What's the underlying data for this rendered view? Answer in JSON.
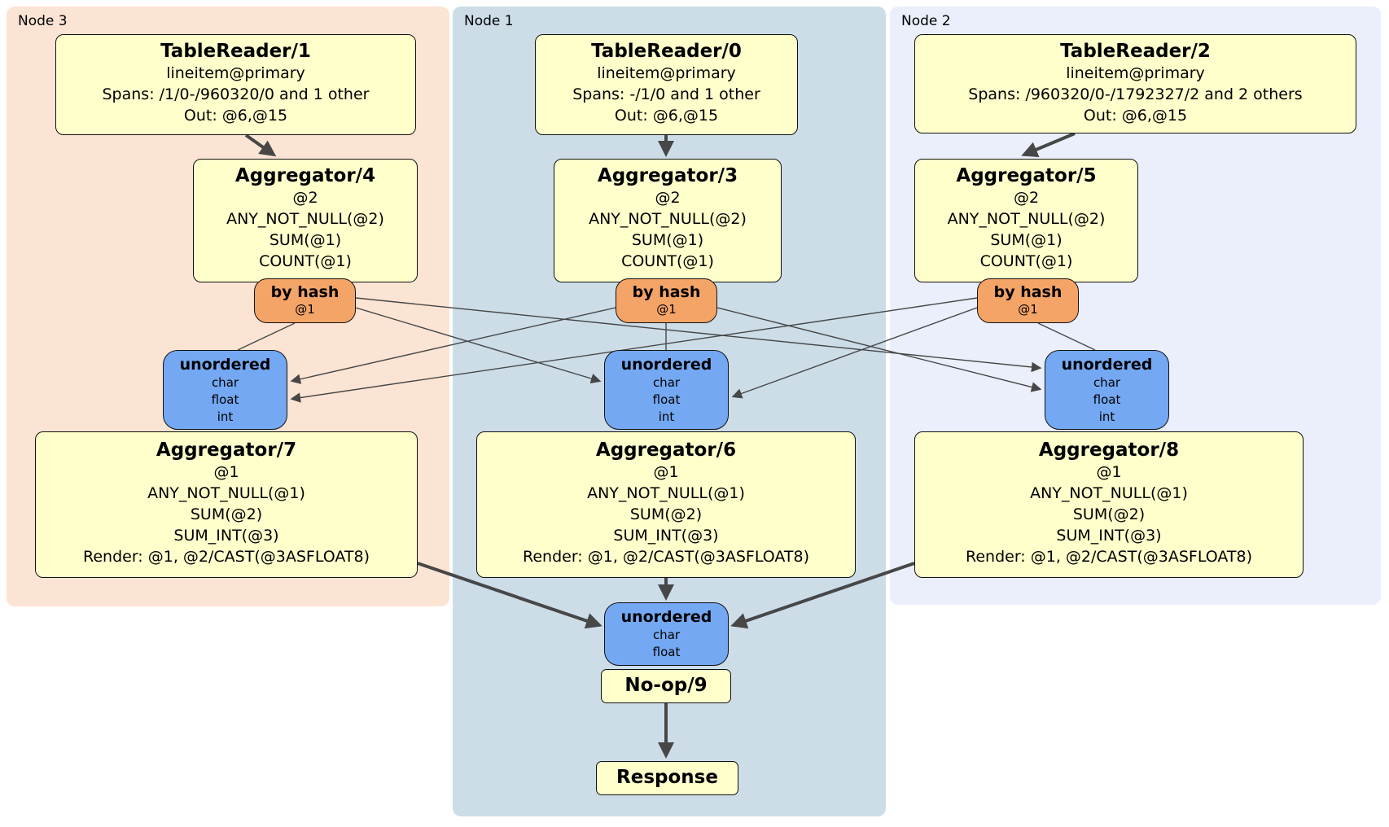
{
  "diagram_type": "distsql-physical-plan",
  "colors": {
    "node3_background": "#fce4d4",
    "node1_background": "#ccdde8",
    "node2_background": "#eaeffb",
    "processor_fill": "#ffffcc",
    "router_fill": "#f5a467",
    "sync_fill": "#74a8f2",
    "edge_color": "#474747",
    "border_color": "#111111"
  },
  "nodes": [
    {
      "label": "Node 3",
      "table_reader": {
        "title": "TableReader/1",
        "index": "lineitem@primary",
        "spans": "Spans: /1/0-/960320/0 and 1 other",
        "out": "Out: @6,@15"
      },
      "group_aggregator": {
        "title": "Aggregator/4",
        "lines": [
          "@2",
          "ANY_NOT_NULL(@2)",
          "SUM(@1)",
          "COUNT(@1)"
        ]
      },
      "router": {
        "title": "by hash",
        "detail": "@1"
      },
      "sync": {
        "title": "unordered",
        "columns": [
          "char",
          "float",
          "int"
        ]
      },
      "final_aggregator": {
        "title": "Aggregator/7",
        "lines": [
          "@1",
          "ANY_NOT_NULL(@1)",
          "SUM(@2)",
          "SUM_INT(@3)",
          "Render: @1, @2/CAST(@3ASFLOAT8)"
        ]
      }
    },
    {
      "label": "Node 1",
      "table_reader": {
        "title": "TableReader/0",
        "index": "lineitem@primary",
        "spans": "Spans: -/1/0 and 1 other",
        "out": "Out: @6,@15"
      },
      "group_aggregator": {
        "title": "Aggregator/3",
        "lines": [
          "@2",
          "ANY_NOT_NULL(@2)",
          "SUM(@1)",
          "COUNT(@1)"
        ]
      },
      "router": {
        "title": "by hash",
        "detail": "@1"
      },
      "sync": {
        "title": "unordered",
        "columns": [
          "char",
          "float",
          "int"
        ]
      },
      "final_aggregator": {
        "title": "Aggregator/6",
        "lines": [
          "@1",
          "ANY_NOT_NULL(@1)",
          "SUM(@2)",
          "SUM_INT(@3)",
          "Render: @1, @2/CAST(@3ASFLOAT8)"
        ]
      }
    },
    {
      "label": "Node 2",
      "table_reader": {
        "title": "TableReader/2",
        "index": "lineitem@primary",
        "spans": "Spans: /960320/0-/1792327/2 and 2 others",
        "out": "Out: @6,@15"
      },
      "group_aggregator": {
        "title": "Aggregator/5",
        "lines": [
          "@2",
          "ANY_NOT_NULL(@2)",
          "SUM(@1)",
          "COUNT(@1)"
        ]
      },
      "router": {
        "title": "by hash",
        "detail": "@1"
      },
      "sync": {
        "title": "unordered",
        "columns": [
          "char",
          "float",
          "int"
        ]
      },
      "final_aggregator": {
        "title": "Aggregator/8",
        "lines": [
          "@1",
          "ANY_NOT_NULL(@1)",
          "SUM(@2)",
          "SUM_INT(@3)",
          "Render: @1, @2/CAST(@3ASFLOAT8)"
        ]
      }
    }
  ],
  "output_chain": {
    "sync": {
      "title": "unordered",
      "columns": [
        "char",
        "float"
      ]
    },
    "noop": {
      "title": "No-op/9"
    },
    "response": {
      "title": "Response"
    }
  }
}
